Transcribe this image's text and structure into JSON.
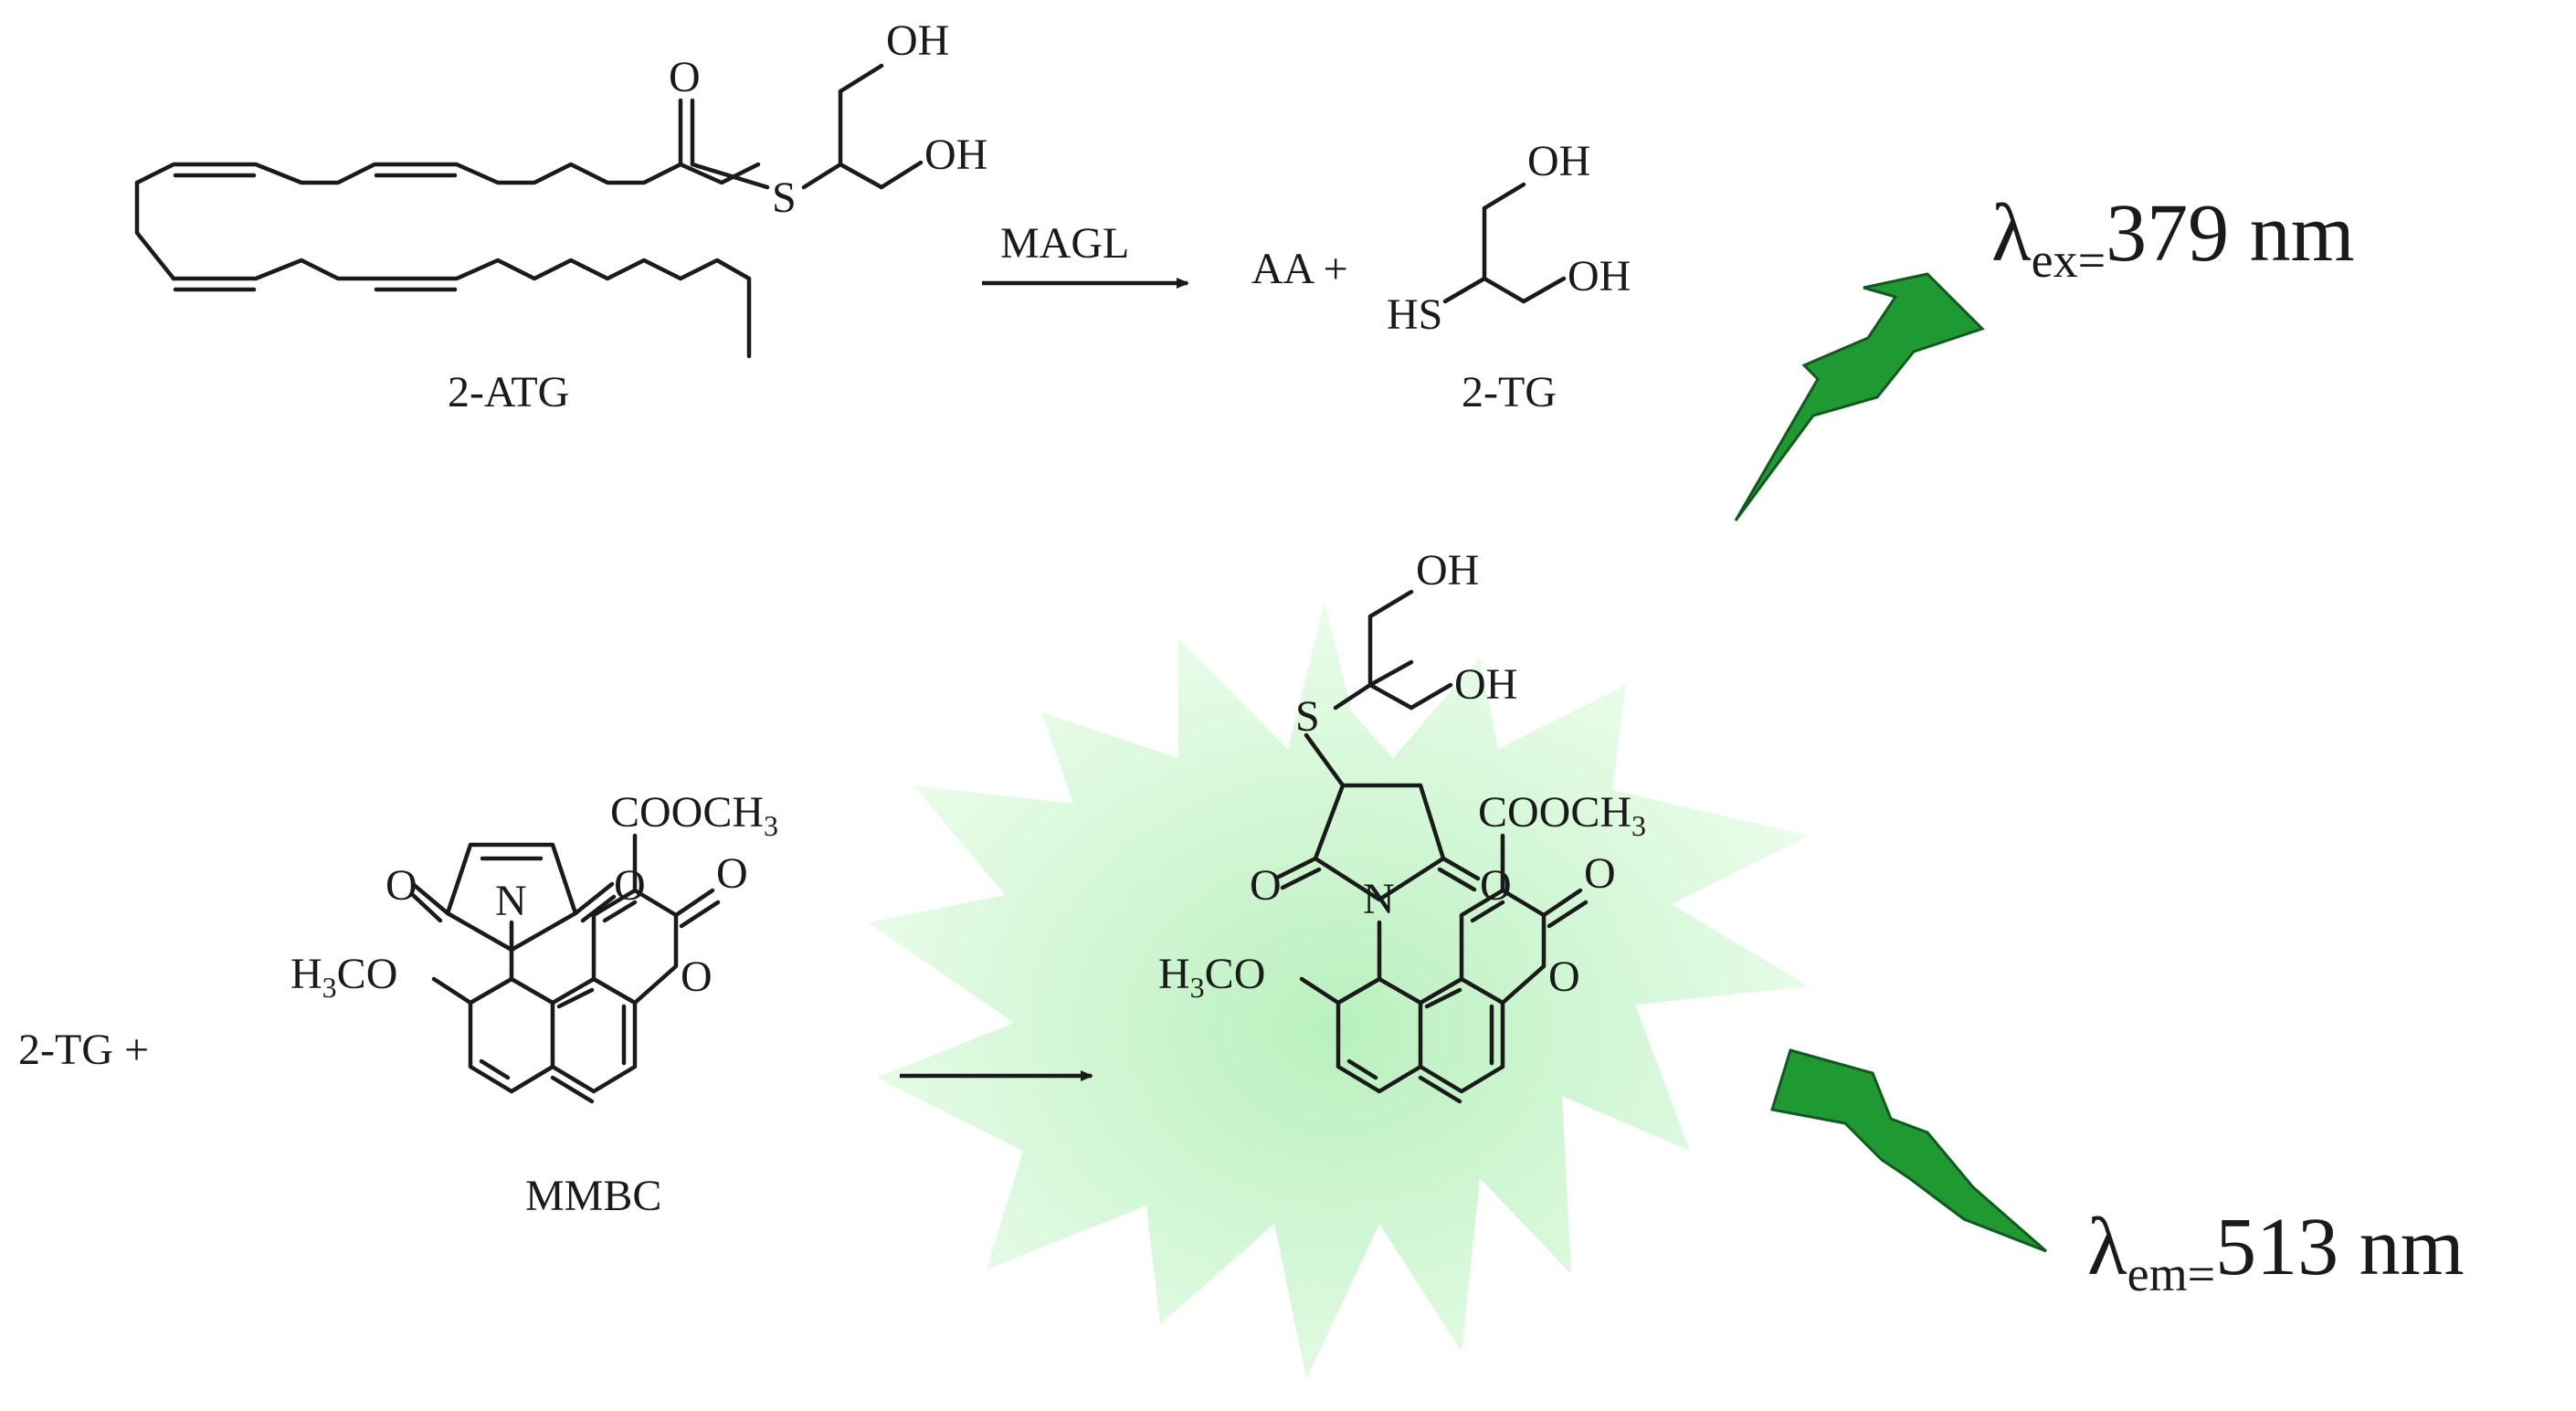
{
  "reaction1": {
    "substrate_name": "2-ATG",
    "enzyme": "MAGL",
    "product_prefix": "AA +",
    "product_name": "2-TG"
  },
  "reaction2": {
    "reactant_prefix": "2-TG  +",
    "probe_name": "MMBC"
  },
  "atoms": {
    "oh": "OH",
    "o": "O",
    "s": "S",
    "n": "N",
    "hs": "HS",
    "ester": "COOCH",
    "ester_sub": "3",
    "methoxy_h": "H",
    "methoxy_sub": "3",
    "methoxy_rest": "CO"
  },
  "excitation": {
    "symbol": "λ",
    "sub": "ex=",
    "value": "379 nm"
  },
  "emission": {
    "symbol": "λ",
    "sub": "em=",
    "value": "513 nm"
  },
  "colors": {
    "burst_light": "#e4fbe4",
    "burst_dark": "#c4f3c8",
    "bolt_fill": "#1f9a33",
    "bolt_stroke": "#0f5a1c",
    "ink": "#1a1a1a"
  }
}
